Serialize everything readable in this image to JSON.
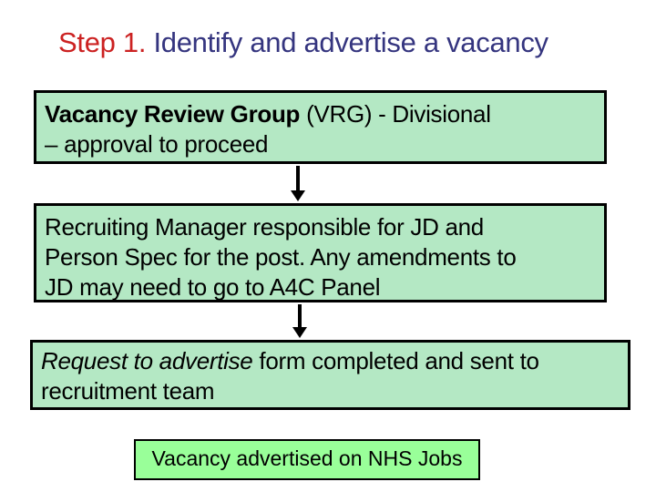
{
  "slide": {
    "title": {
      "step": "Step 1.",
      "rest": " Identify and advertise a vacancy"
    },
    "flow": {
      "box1": {
        "line1_bold": "Vacancy Review Group",
        "line1_rest": " (VRG) - Divisional",
        "line2": "– approval to proceed"
      },
      "box2": {
        "lines": [
          "Recruiting Manager responsible for JD and",
          "Person Spec for the post. Any amendments to",
          "JD may need to go to A4C Panel"
        ]
      },
      "box3": {
        "line1_italic": "Request to advertise",
        "line1_rest": " form completed and sent to",
        "line2": "recruitment team"
      },
      "box4": {
        "text": "Vacancy advertised on NHS Jobs"
      }
    },
    "colors": {
      "title_step": "#cc2222",
      "title_text": "#35357f",
      "process_box_fill": "#b4e8c4",
      "final_box_fill": "#99ff99",
      "box_border": "#000000",
      "arrow": "#000000",
      "background": "#ffffff"
    }
  }
}
